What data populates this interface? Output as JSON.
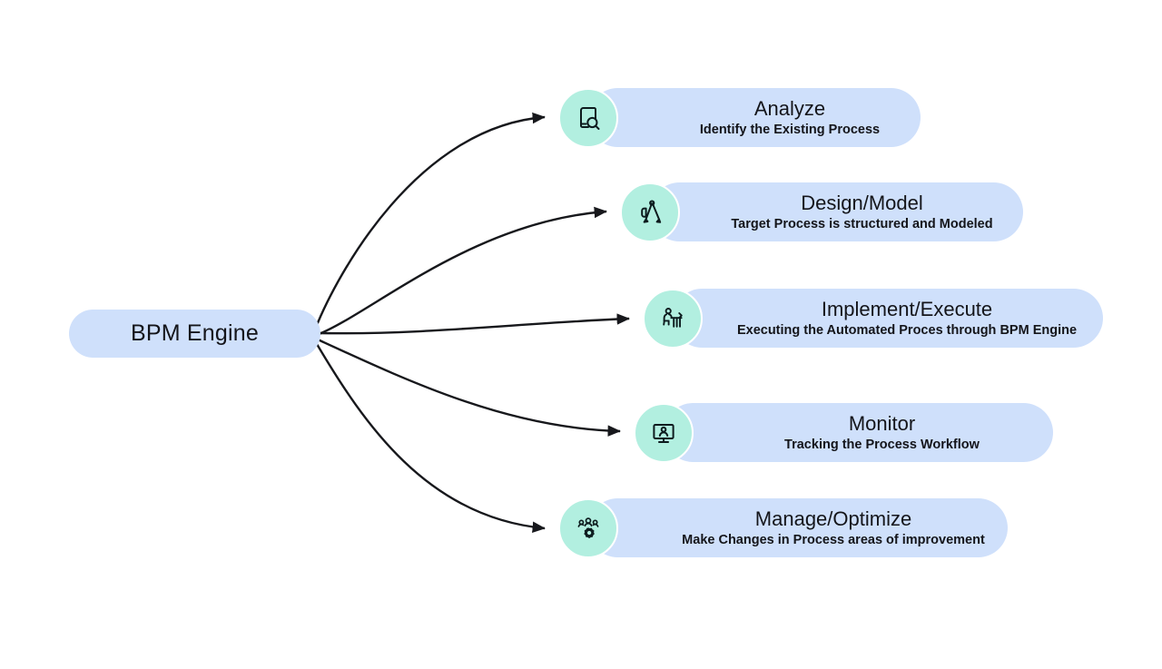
{
  "diagram": {
    "type": "mindmap",
    "root": {
      "label": "BPM Engine",
      "color": "#cfe0fb"
    },
    "colors": {
      "card_fill": "#cfe0fb",
      "icon_circle_fill": "#b2efe0",
      "icon_stroke": "#0d1b1e",
      "connector": "#17181c",
      "background": "#ffffff",
      "text": "#14151a"
    },
    "stages": [
      {
        "title": "Analyze",
        "subtitle": "Identify the Existing Process",
        "icon": "document-search-icon"
      },
      {
        "title": "Design/Model",
        "subtitle": "Target Process is structured and Modeled",
        "icon": "drafting-compass-icon"
      },
      {
        "title": "Implement/Execute",
        "subtitle": "Executing the Automated Proces through BPM Engine",
        "icon": "person-at-desk-icon"
      },
      {
        "title": "Monitor",
        "subtitle": "Tracking the Process Workflow",
        "icon": "monitor-person-icon"
      },
      {
        "title": "Manage/Optimize",
        "subtitle": "Make Changes in Process areas  of improvement",
        "icon": "people-gear-icon"
      }
    ]
  }
}
